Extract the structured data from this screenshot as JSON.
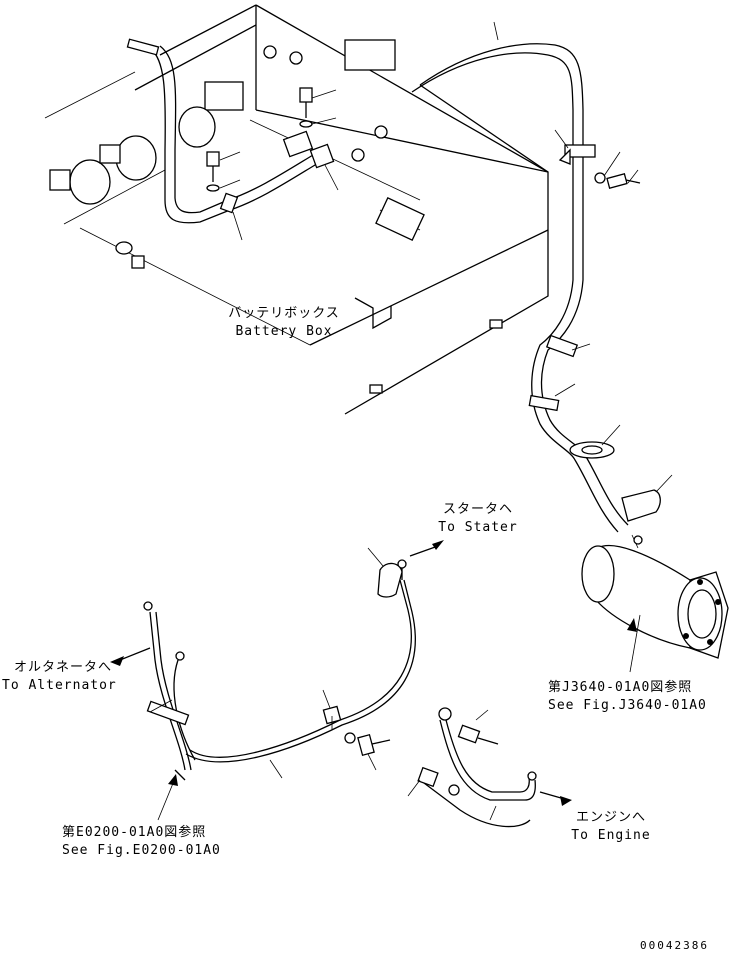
{
  "labels": {
    "battery_box_jp": "バッテリボックス",
    "battery_box_en": "Battery Box",
    "starter_jp": "スタータヘ",
    "starter_en": "To Stater",
    "alternator_jp": "オルタネータへ",
    "alternator_en": "To Alternator",
    "ref_j3640_jp": "第J3640-01A0図参照",
    "ref_j3640_en": "See Fig.J3640-01A0",
    "ref_e0200_jp": "第E0200-01A0図参照",
    "ref_e0200_en": "See Fig.E0200-01A0",
    "engine_jp": "エンジンへ",
    "engine_en": "To Engine",
    "serial": "00042386"
  },
  "colors": {
    "ink": "#000000",
    "paper": "#ffffff"
  }
}
